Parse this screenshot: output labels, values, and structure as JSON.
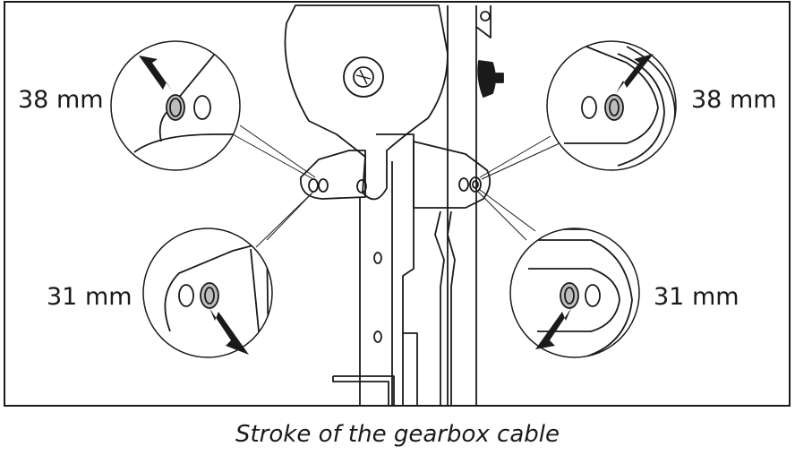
{
  "callouts": {
    "top_left": "38 mm",
    "top_right": "38 mm",
    "bottom_left": "31 mm",
    "bottom_right": "31 mm"
  },
  "caption": "Stroke of the gearbox cable",
  "colors": {
    "line": "#1a1a1a",
    "highlight_hole": "#bdbdbd",
    "background": "#ffffff"
  }
}
